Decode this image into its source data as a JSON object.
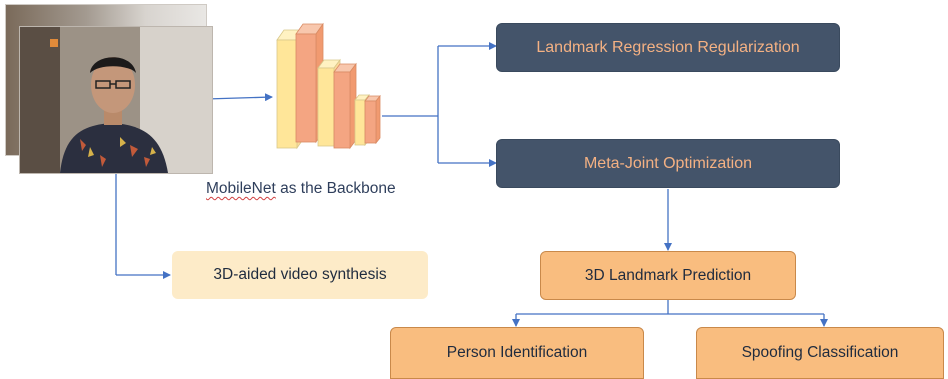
{
  "backbone": {
    "caption_word": "MobileNet",
    "caption_rest": " as the Backbone"
  },
  "boxes": {
    "landmark_regularization": "Landmark Regression Regularization",
    "meta_joint": "Meta-Joint Optimization",
    "synthesis": "3D-aided video synthesis",
    "landmark_prediction": "3D Landmark Prediction",
    "person_id": "Person Identification",
    "spoofing": "Spoofing Classification"
  },
  "colors": {
    "dark_box": "#44546a",
    "dark_box_text": "#f4b183",
    "orange_box": "#f9bd7f",
    "cream_box": "#fdebc8",
    "arrow": "#4472c4",
    "layer_light": "#ffe699",
    "layer_dark": "#f4a582"
  }
}
